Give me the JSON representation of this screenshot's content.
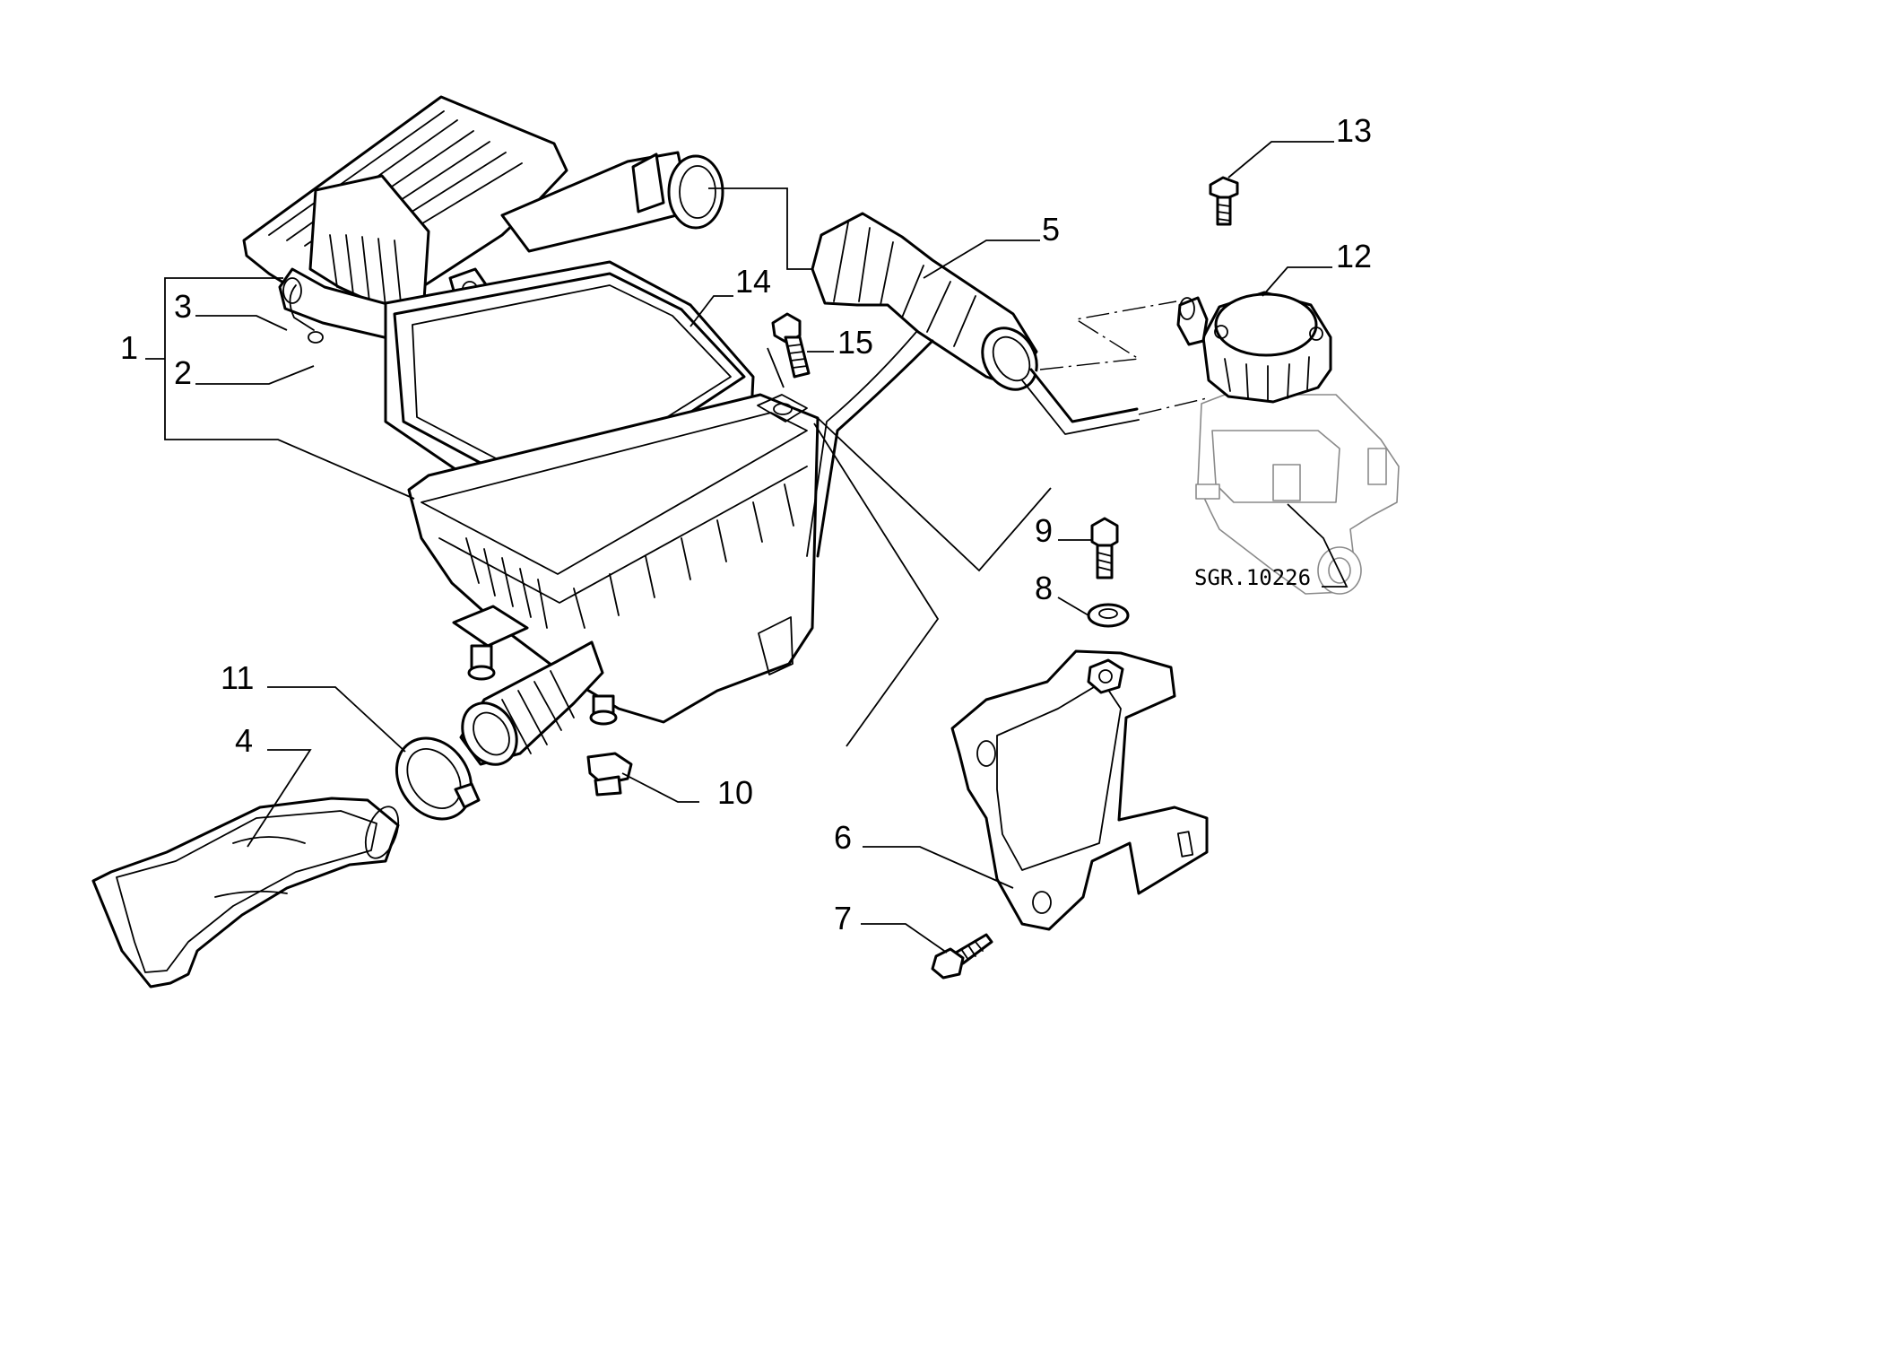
{
  "callouts": {
    "c1": "1",
    "c2": "2",
    "c3": "3",
    "c4": "4",
    "c5": "5",
    "c6": "6",
    "c7": "7",
    "c8": "8",
    "c9": "9",
    "c10": "10",
    "c11": "11",
    "c12": "12",
    "c13": "13",
    "c14": "14",
    "c15": "15"
  },
  "reference_code": "SGR.10226"
}
